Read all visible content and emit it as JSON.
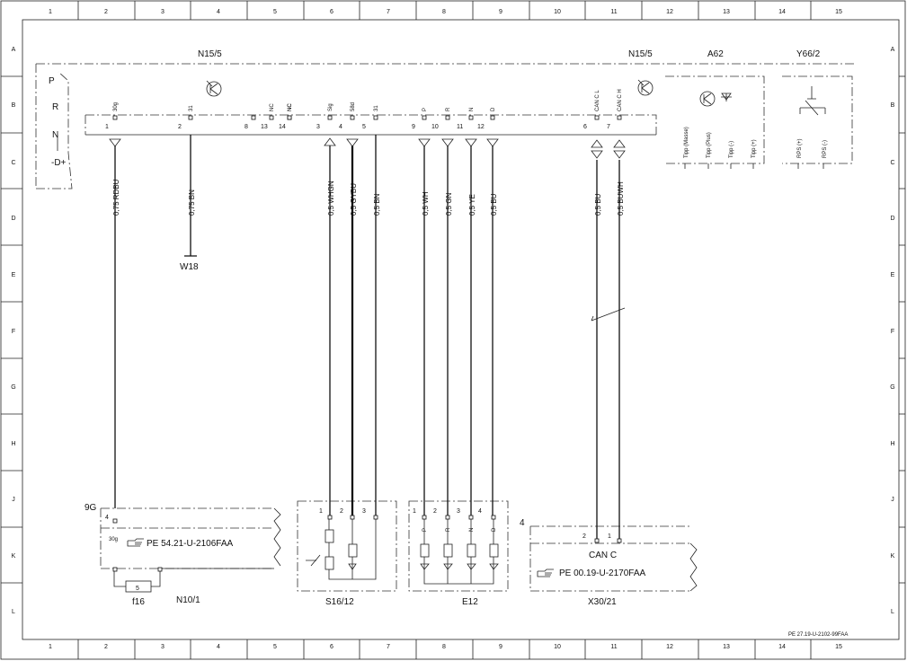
{
  "frame": {
    "columns": [
      "1",
      "2",
      "3",
      "4",
      "5",
      "6",
      "7",
      "8",
      "9",
      "10",
      "11",
      "12",
      "13",
      "14",
      "15"
    ],
    "rows": [
      "A",
      "B",
      "C",
      "D",
      "E",
      "F",
      "G",
      "H",
      "J",
      "K",
      "L"
    ]
  },
  "components": {
    "n15_5_left": "N15/5",
    "n15_5_right": "N15/5",
    "a62": "A62",
    "y66_2": "Y66/2",
    "w18": "W18",
    "fuse_block": "9G",
    "f16": "f16",
    "n10_1": "N10/1",
    "s16_12": "S16/12",
    "e12": "E12",
    "x30_21": "X30/21",
    "x30_21_num": "4",
    "can_c": "CAN C"
  },
  "selector": {
    "p": "P",
    "r": "R",
    "n": "N",
    "d": "-D+"
  },
  "pins": [
    {
      "num": "1",
      "sig": "30g"
    },
    {
      "num": "2",
      "sig": "31"
    },
    {
      "num": "8",
      "sig": ""
    },
    {
      "num": "13",
      "sig": "NC"
    },
    {
      "num": "14",
      "sig": "NC"
    },
    {
      "num": "",
      "sig": "NC"
    },
    {
      "num": "3",
      "sig": "Sig"
    },
    {
      "num": "4",
      "sig": "58d"
    },
    {
      "num": "5",
      "sig": "31"
    },
    {
      "num": "9",
      "sig": "P"
    },
    {
      "num": "10",
      "sig": "R"
    },
    {
      "num": "11",
      "sig": "N"
    },
    {
      "num": "12",
      "sig": "D"
    },
    {
      "num": "6",
      "sig": "CAN C L"
    },
    {
      "num": "7",
      "sig": "CAN C H"
    }
  ],
  "wires": [
    {
      "label": "0,75 RDBU"
    },
    {
      "label": "0,75 BN"
    },
    {
      "label": "0,5 WHGN"
    },
    {
      "label": "0,5 GYBU"
    },
    {
      "label": "0,5 BN"
    },
    {
      "label": "0,5 WH"
    },
    {
      "label": "0,5 GN"
    },
    {
      "label": "0,5 YE"
    },
    {
      "label": "0,5 BU"
    },
    {
      "label": "0,5 BU"
    },
    {
      "label": "0,5 BUWH"
    }
  ],
  "a62_pins": [
    "Tipp (Masse)",
    "Tipp (Plus)",
    "Tipp (-)",
    "Tipp (+)"
  ],
  "y66_pins": [
    "RPS (+)",
    "RPS (-)"
  ],
  "fuse": {
    "pin_top": "4",
    "pin_30g": "30g",
    "ref": "PE 54.21-U-2106FAA",
    "fuse_num": "5"
  },
  "s16_pins": [
    "1",
    "2",
    "3"
  ],
  "e12_pins": [
    "1",
    "2",
    "3",
    "4"
  ],
  "e12_sigs": [
    "P",
    "R",
    "N",
    "D"
  ],
  "x30_pins": [
    "2",
    "1"
  ],
  "x30_ref": "PE 00.19-U-2170FAA",
  "drawing_ref": "PE 27.19-U-2102-99FAA"
}
